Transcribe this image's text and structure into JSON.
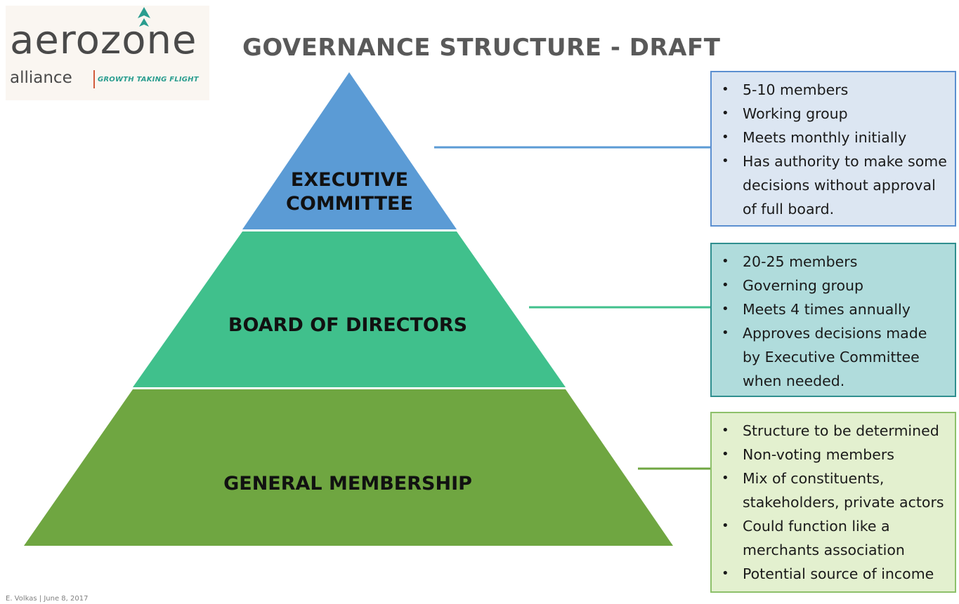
{
  "logo": {
    "brand": "aerozone",
    "sub": "alliance",
    "tagline": "GROWTH TAKING FLIGHT",
    "colors": {
      "text": "#4a4a4a",
      "accent_red": "#d25b3c",
      "accent_teal": "#2a9d8f"
    }
  },
  "title": "GOVERNANCE STRUCTURE - DRAFT",
  "pyramid": {
    "tiers": [
      {
        "label": "EXECUTIVE COMMITTEE",
        "color": "#5b9bd5"
      },
      {
        "label": "BOARD OF DIRECTORS",
        "color": "#40c08c"
      },
      {
        "label": "GENERAL MEMBERSHIP",
        "color": "#6fa641"
      }
    ]
  },
  "boxes": {
    "exec": {
      "items": [
        "5-10 members",
        "Working group",
        "Meets monthly initially",
        "Has authority to make some decisions without approval of full board."
      ],
      "connector_color": "#5b9bd5"
    },
    "board": {
      "items": [
        "20-25 members",
        "Governing group",
        "Meets 4 times annually",
        "Approves decisions made by Executive Committee when needed."
      ],
      "connector_color": "#40c08c"
    },
    "general": {
      "items": [
        "Structure to be determined",
        "Non-voting members",
        "Mix of constituents, stakeholders, private actors",
        "Could function like a merchants association",
        "Potential source of income"
      ],
      "connector_color": "#6fa641"
    }
  },
  "footer": "E. Volkas | June 8, 2017"
}
